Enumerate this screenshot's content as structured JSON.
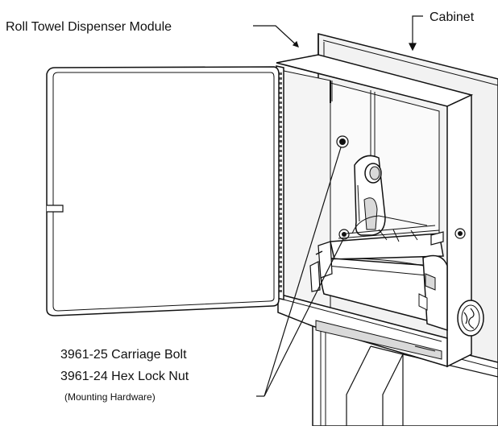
{
  "labels": {
    "dispenser_module": "Roll Towel Dispenser Module",
    "cabinet": "Cabinet",
    "carriage_bolt": "3961-25 Carriage Bolt",
    "hex_lock_nut": "3961-24 Hex Lock Nut",
    "mounting_hardware": "(Mounting Hardware)"
  },
  "colors": {
    "line": "#111111",
    "fill": "#ffffff",
    "shade": "#d9d9d9",
    "dark": "#555555"
  }
}
